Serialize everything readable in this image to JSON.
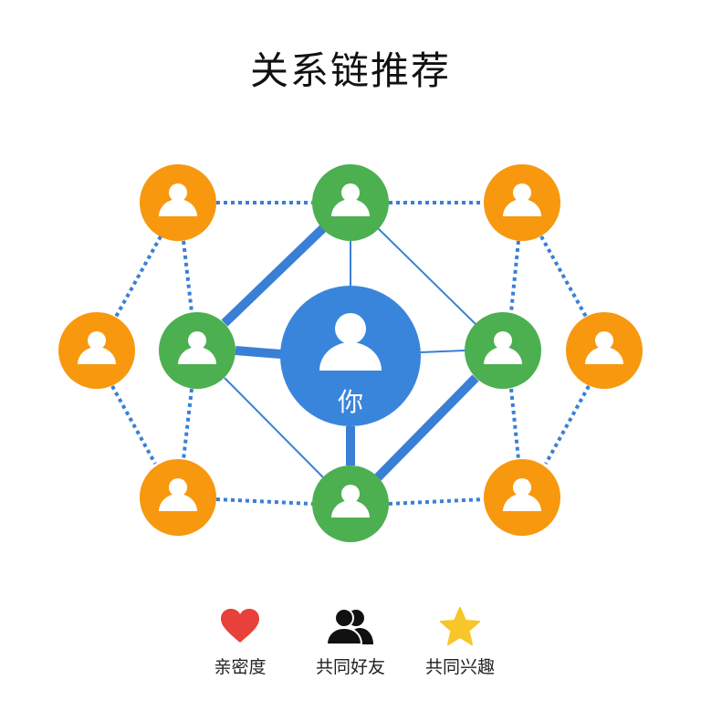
{
  "title": "关系链推荐",
  "colors": {
    "center": "#3a85dc",
    "friend": "#4caf50",
    "recommended": "#f7980f",
    "edge": "#3a7fd6",
    "heart": "#e8403a",
    "star": "#f6c62a"
  },
  "center_node": {
    "label": "你",
    "icon": "user-icon"
  },
  "nodes": [
    {
      "id": "top-green",
      "type": "friend",
      "icon": "user-icon"
    },
    {
      "id": "left-green",
      "type": "friend",
      "icon": "user-icon"
    },
    {
      "id": "right-green",
      "type": "friend",
      "icon": "user-icon"
    },
    {
      "id": "bottom-green",
      "type": "friend",
      "icon": "user-icon"
    },
    {
      "id": "top-left-orange",
      "type": "recommended",
      "icon": "user-icon"
    },
    {
      "id": "top-right-orange",
      "type": "recommended",
      "icon": "user-icon"
    },
    {
      "id": "left-orange",
      "type": "recommended",
      "icon": "user-icon"
    },
    {
      "id": "right-orange",
      "type": "recommended",
      "icon": "user-icon"
    },
    {
      "id": "bottom-left-orange",
      "type": "recommended",
      "icon": "user-icon"
    },
    {
      "id": "bottom-right-orange",
      "type": "recommended",
      "icon": "user-icon"
    }
  ],
  "legend": [
    {
      "icon": "heart-icon",
      "label": "亲密度"
    },
    {
      "icon": "two-users-icon",
      "label": "共同好友"
    },
    {
      "icon": "star-icon",
      "label": "共同兴趣"
    }
  ]
}
